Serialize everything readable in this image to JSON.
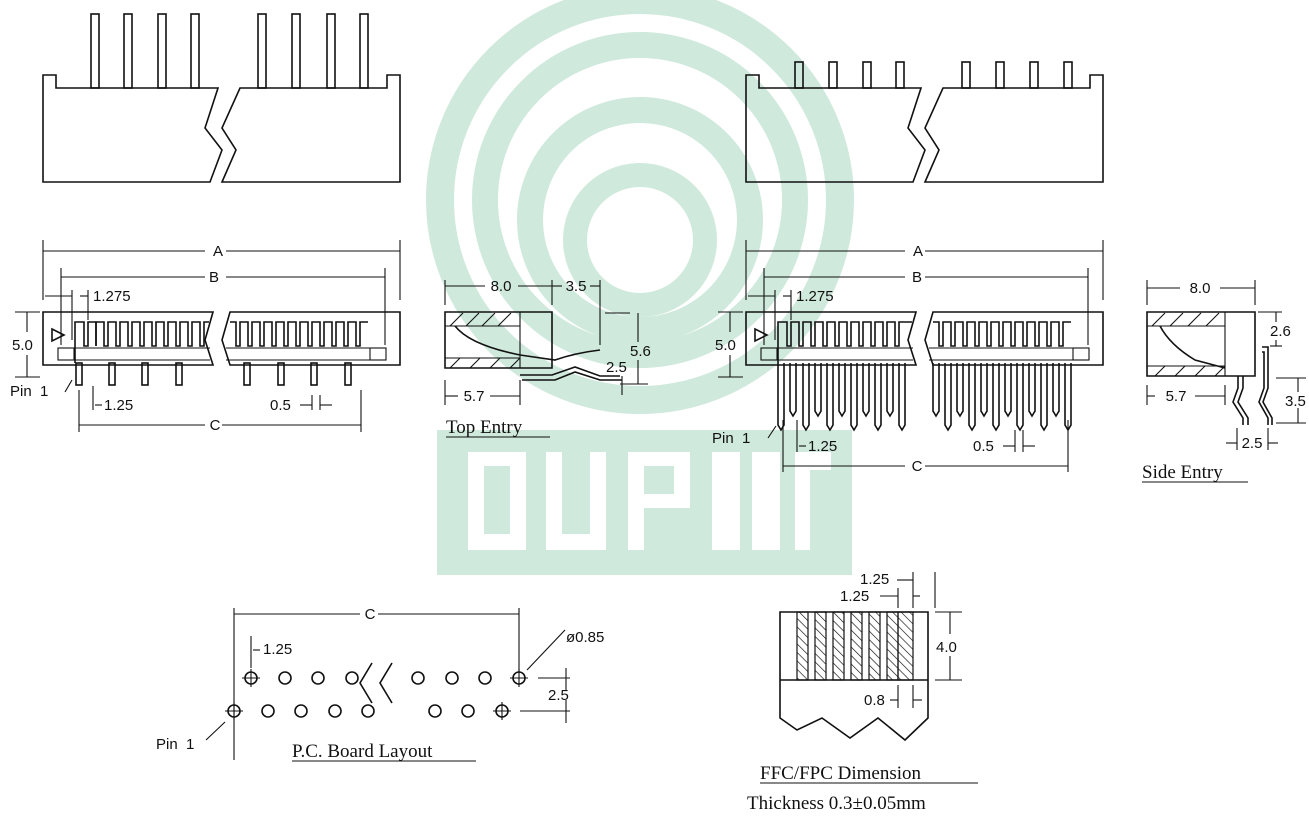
{
  "watermark": {
    "color": "#cfe9dc",
    "text": "OUPIIN"
  },
  "line_color": "#111111",
  "dims": {
    "A": "A",
    "B": "B",
    "C": "C",
    "p1275": "1.275",
    "p125": "1.25",
    "p05": "0.5",
    "h50": "5.0",
    "pin1": "Pin  1",
    "s80": "8.0",
    "s35": "3.5",
    "s56": "5.6",
    "s25": "2.5",
    "s57": "5.7",
    "s26": "2.6",
    "s35b": "3.5",
    "pcb_hole": "ø0.85",
    "pcb_p": "1.25",
    "pcb_r": "2.5",
    "ffc_125a": "1.25",
    "ffc_125b": "1.25",
    "ffc_40": "4.0",
    "ffc_08": "0.8"
  },
  "captions": {
    "top_entry": "Top Entry",
    "side_entry": "Side Entry",
    "pcb": "P.C. Board Layout",
    "ffc": "FFC/FPC Dimension",
    "thickness": "Thickness 0.3±0.05mm"
  }
}
